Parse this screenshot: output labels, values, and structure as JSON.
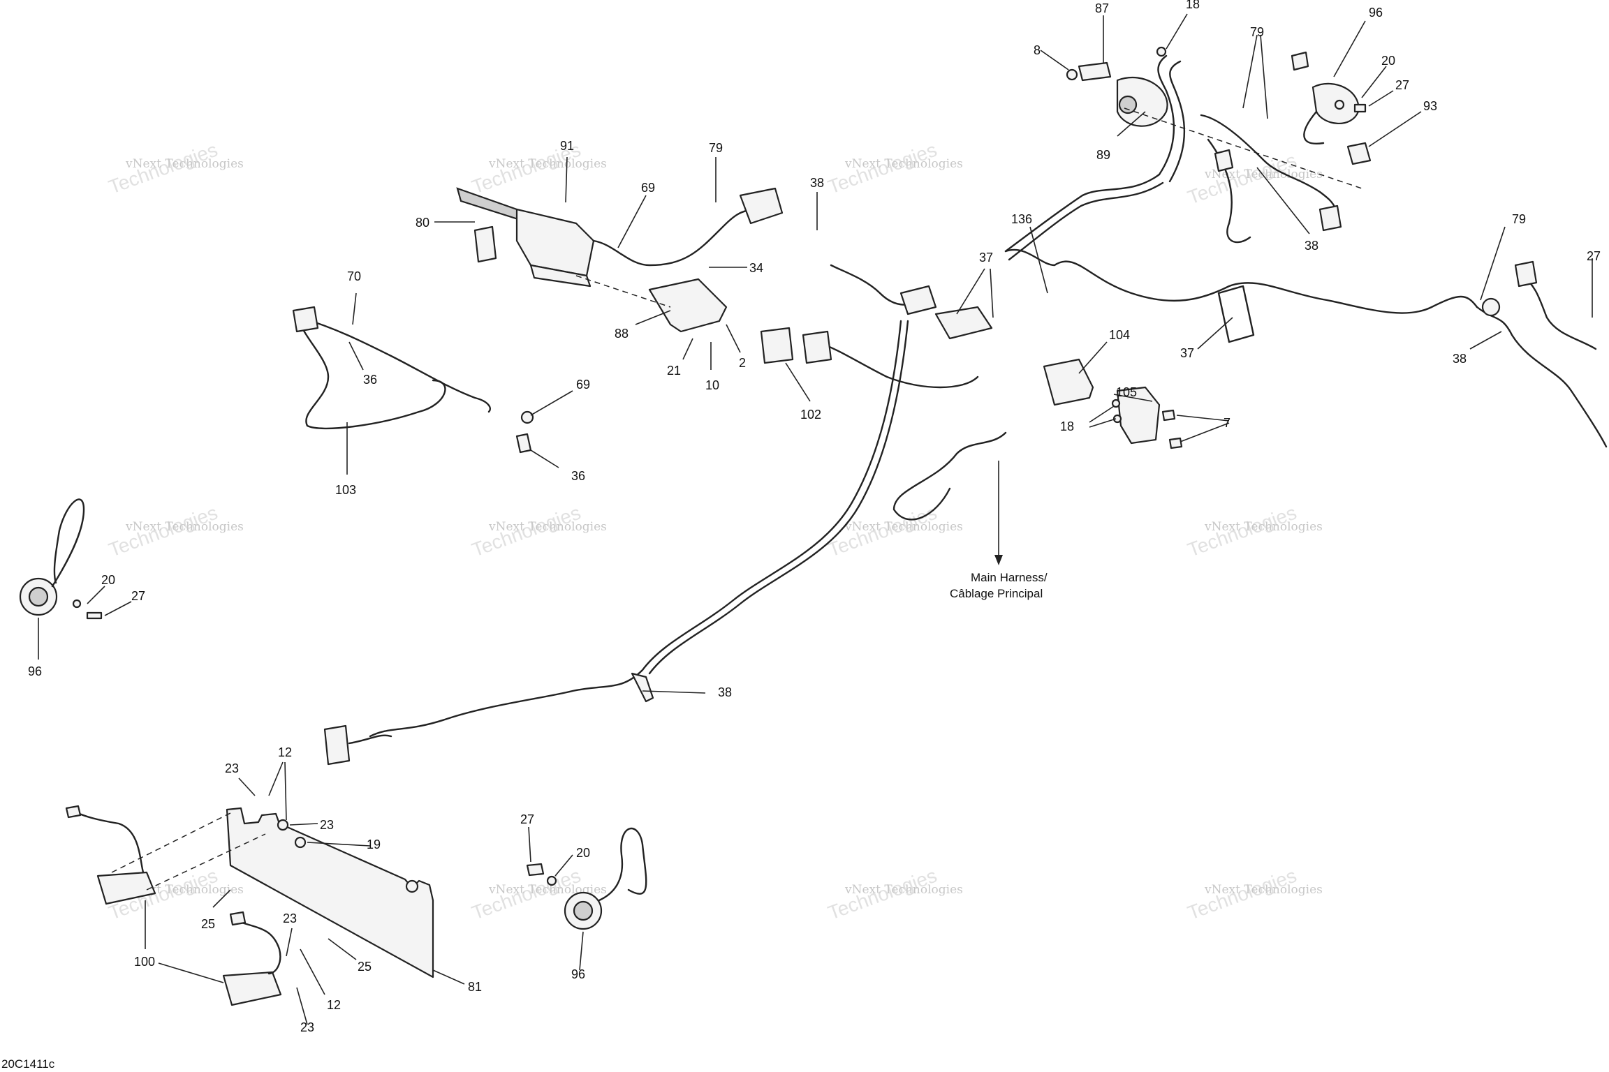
{
  "diagram": {
    "code": "20C1411c",
    "note": {
      "line1": "Main Harness/",
      "line2": "Câblage Principal"
    },
    "watermark": {
      "line1": "vNext Technologies",
      "line2": "Technologies"
    },
    "callouts": [
      {
        "id": "c87",
        "label": "87"
      },
      {
        "id": "c18a",
        "label": "18"
      },
      {
        "id": "c8",
        "label": "8"
      },
      {
        "id": "c89",
        "label": "89"
      },
      {
        "id": "c79a",
        "label": "79"
      },
      {
        "id": "c96a",
        "label": "96"
      },
      {
        "id": "c20a",
        "label": "20"
      },
      {
        "id": "c27a",
        "label": "27"
      },
      {
        "id": "c93",
        "label": "93"
      },
      {
        "id": "c38a",
        "label": "38"
      },
      {
        "id": "c91",
        "label": "91"
      },
      {
        "id": "c79b",
        "label": "79"
      },
      {
        "id": "c69a",
        "label": "69"
      },
      {
        "id": "c38b",
        "label": "38"
      },
      {
        "id": "c136",
        "label": "136"
      },
      {
        "id": "c80",
        "label": "80"
      },
      {
        "id": "c34",
        "label": "34"
      },
      {
        "id": "c37a",
        "label": "37"
      },
      {
        "id": "c70",
        "label": "70"
      },
      {
        "id": "c88",
        "label": "88"
      },
      {
        "id": "c21",
        "label": "21"
      },
      {
        "id": "c2",
        "label": "2"
      },
      {
        "id": "c10",
        "label": "10"
      },
      {
        "id": "c36a",
        "label": "36"
      },
      {
        "id": "c102",
        "label": "102"
      },
      {
        "id": "c104",
        "label": "104"
      },
      {
        "id": "c37b",
        "label": "37"
      },
      {
        "id": "c69b",
        "label": "69"
      },
      {
        "id": "c105",
        "label": "105"
      },
      {
        "id": "c18b",
        "label": "18"
      },
      {
        "id": "c7",
        "label": "7"
      },
      {
        "id": "c79c",
        "label": "79"
      },
      {
        "id": "c38c",
        "label": "38"
      },
      {
        "id": "c27b",
        "label": "27"
      },
      {
        "id": "c36b",
        "label": "36"
      },
      {
        "id": "c103",
        "label": "103"
      },
      {
        "id": "c20b",
        "label": "20"
      },
      {
        "id": "c27c",
        "label": "27"
      },
      {
        "id": "c96b",
        "label": "96"
      },
      {
        "id": "c38d",
        "label": "38"
      },
      {
        "id": "c12a",
        "label": "12"
      },
      {
        "id": "c23a",
        "label": "23"
      },
      {
        "id": "c23b",
        "label": "23"
      },
      {
        "id": "c19",
        "label": "19"
      },
      {
        "id": "c27d",
        "label": "27"
      },
      {
        "id": "c20c",
        "label": "20"
      },
      {
        "id": "c25a",
        "label": "25"
      },
      {
        "id": "c23c",
        "label": "23"
      },
      {
        "id": "c25b",
        "label": "25"
      },
      {
        "id": "c100",
        "label": "100"
      },
      {
        "id": "c12b",
        "label": "12"
      },
      {
        "id": "c23d",
        "label": "23"
      },
      {
        "id": "c96c",
        "label": "96"
      },
      {
        "id": "c81",
        "label": "81"
      }
    ]
  }
}
